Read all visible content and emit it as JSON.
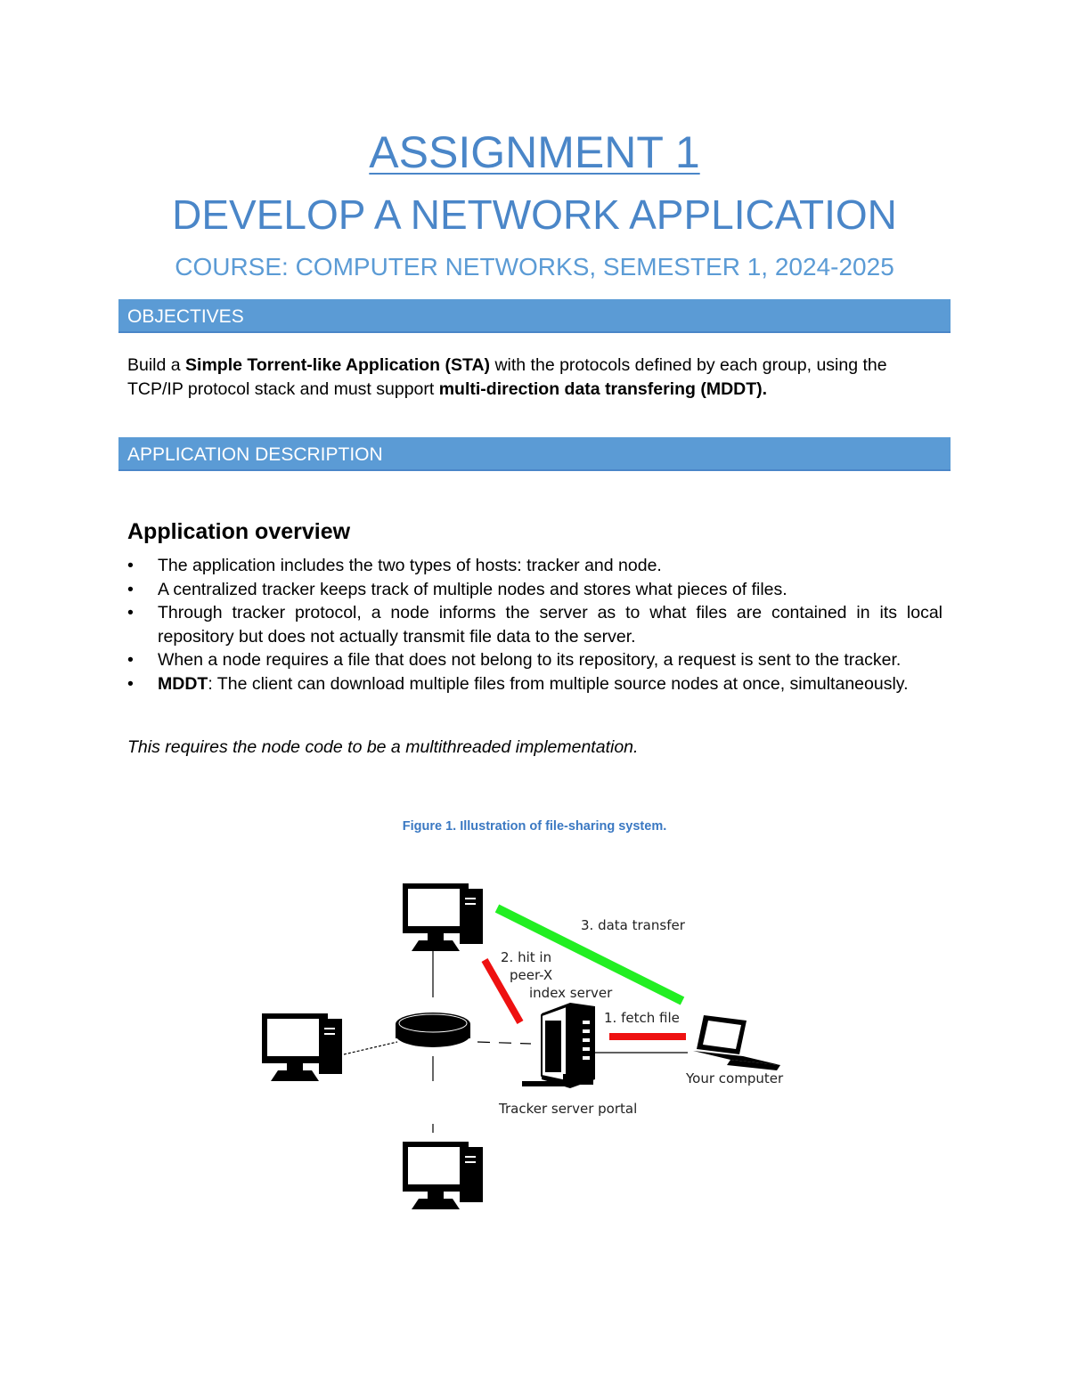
{
  "header": {
    "title": "ASSIGNMENT 1",
    "subtitle": "DEVELOP A NETWORK APPLICATION",
    "course": "COURSE: COMPUTER NETWORKS, SEMESTER 1, 2024-2025"
  },
  "sections": {
    "objectives": "OBJECTIVES",
    "description": "APPLICATION DESCRIPTION"
  },
  "objective_text": {
    "p1": "Build a ",
    "b1": "Simple Torrent-like Application (STA)",
    "p2": " with the protocols defined by each group, using the TCP/IP protocol stack and must support ",
    "b2": "multi-direction data transfering (MDDT).",
    "p3": ""
  },
  "overview": {
    "heading": "Application overview",
    "bullet_char": "•",
    "items": [
      "The application includes the two types of hosts: tracker and node.",
      "A centralized tracker keeps track of multiple nodes and stores what pieces of files.",
      "Through tracker protocol, a node informs the server as to what files are contained in its local repository but does not actually transmit file data to the server.",
      "When a node requires a file that does not belong to its repository, a request is sent to the tracker."
    ],
    "last_item_bold": "MDDT",
    "last_item_rest": ": The client can download multiple files from multiple source nodes at once, simultaneously.",
    "note": "This requires the node code to be a multithreaded implementation."
  },
  "figure": {
    "caption": "Figure 1. Illustration of file-sharing system.",
    "labels": {
      "data_transfer": "3. data transfer",
      "hit_in": "2. hit in",
      "peer_x": "peer-X",
      "index_server": "index server",
      "fetch_file": "1. fetch file",
      "your_computer": "Your computer",
      "tracker_portal": "Tracker server portal"
    },
    "colors": {
      "green_link": "#22ee22",
      "red_link": "#ee1111"
    }
  }
}
